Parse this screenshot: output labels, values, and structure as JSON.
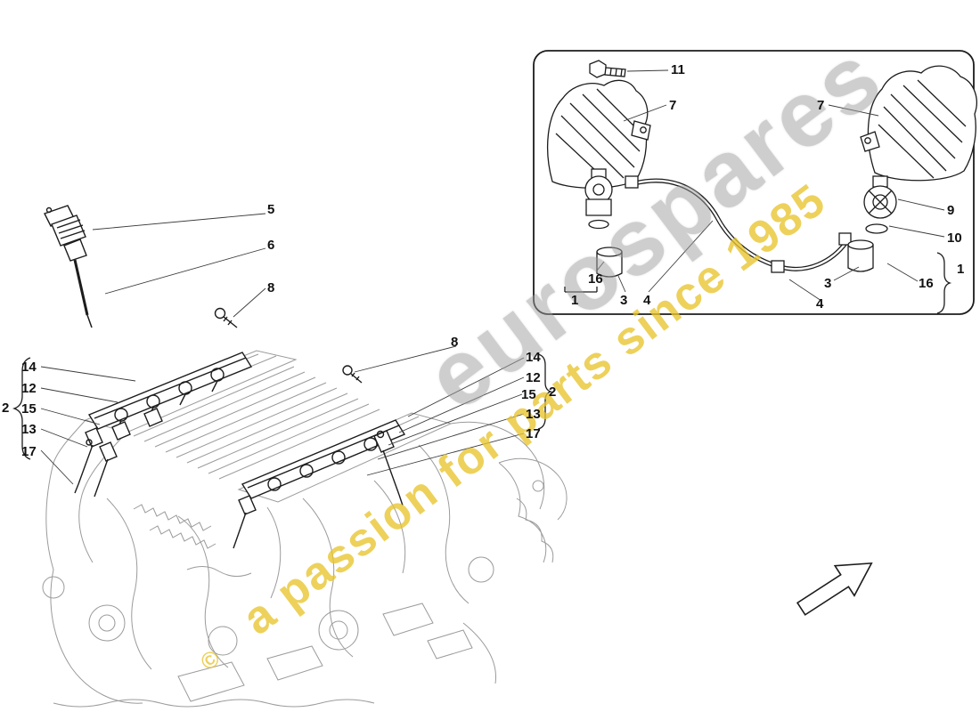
{
  "watermark": {
    "brand": "eurospares",
    "tagline": "a passion for parts since 1985",
    "copyright": "©"
  },
  "colors": {
    "ink": "#1c1c1c",
    "engine_line": "#9b9b9b",
    "leader": "#3a3a3a",
    "wm_gray": "#9e9e9e",
    "wm_yellow": "#e8c52e",
    "background": "#ffffff"
  },
  "callouts": {
    "main": [
      {
        "id": "coil-5",
        "text": "5"
      },
      {
        "id": "coil-extension-6",
        "text": "6"
      },
      {
        "id": "bolt-8",
        "text": "8"
      },
      {
        "id": "left-rail-14",
        "text": "14"
      },
      {
        "id": "left-rail-12",
        "text": "12"
      },
      {
        "id": "left-group-2",
        "text": "2"
      },
      {
        "id": "left-rail-15",
        "text": "15"
      },
      {
        "id": "left-rail-13",
        "text": "13"
      },
      {
        "id": "left-injector-17",
        "text": "17"
      },
      {
        "id": "right-bolt-8",
        "text": "8"
      },
      {
        "id": "right-rail-14",
        "text": "14"
      },
      {
        "id": "right-rail-12",
        "text": "12"
      },
      {
        "id": "right-rail-15",
        "text": "15"
      },
      {
        "id": "right-group-2",
        "text": "2"
      },
      {
        "id": "right-rail-13",
        "text": "13"
      },
      {
        "id": "right-injector-17",
        "text": "17"
      }
    ],
    "inset": [
      {
        "id": "bolt-11",
        "text": "11"
      },
      {
        "id": "cover-7-left",
        "text": "7"
      },
      {
        "id": "cover-7-right",
        "text": "7"
      },
      {
        "id": "ring-9",
        "text": "9"
      },
      {
        "id": "seal-10",
        "text": "10"
      },
      {
        "id": "tappet-3-right",
        "text": "3"
      },
      {
        "id": "tappet-16-right",
        "text": "16"
      },
      {
        "id": "pump-assembly-1-right",
        "text": "1"
      },
      {
        "id": "tappet-16-left",
        "text": "16"
      },
      {
        "id": "pump-assembly-1-left",
        "text": "1"
      },
      {
        "id": "tappet-3-left",
        "text": "3"
      },
      {
        "id": "pipe-4-left",
        "text": "4"
      },
      {
        "id": "pipe-4-right",
        "text": "4"
      }
    ]
  }
}
